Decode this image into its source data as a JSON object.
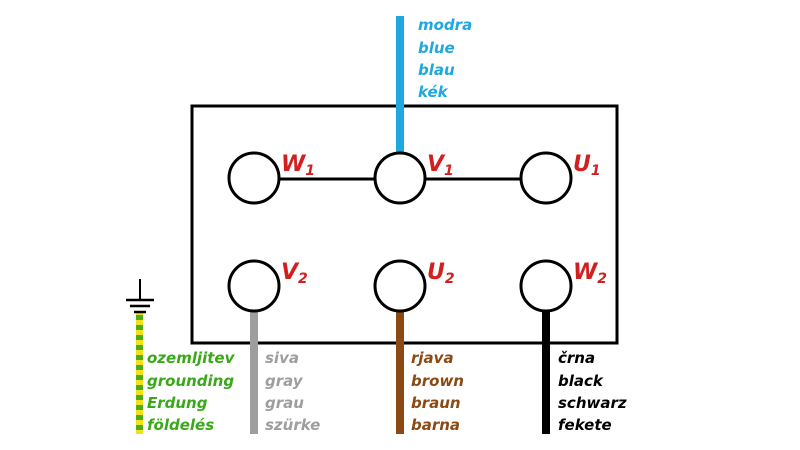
{
  "terminals": {
    "top": [
      {
        "letter": "W",
        "sub": "1"
      },
      {
        "letter": "V",
        "sub": "1"
      },
      {
        "letter": "U",
        "sub": "1"
      }
    ],
    "bottom": [
      {
        "letter": "V",
        "sub": "2"
      },
      {
        "letter": "U",
        "sub": "2"
      },
      {
        "letter": "W",
        "sub": "2"
      }
    ]
  },
  "wires": {
    "top": {
      "color": "#1ea8e0",
      "labels": [
        "modra",
        "blue",
        "blau",
        "kék"
      ]
    },
    "ground": {
      "color_a": "#f2e21a",
      "color_b": "#4caf1a",
      "label_color": "#3aa81a",
      "labels": [
        "ozemljitev",
        "grounding",
        "Erdung",
        "földelés"
      ]
    },
    "gray": {
      "color": "#9e9e9e",
      "labels": [
        "siva",
        "gray",
        "grau",
        "szürke"
      ]
    },
    "brown": {
      "color": "#8b4a14",
      "labels": [
        "rjava",
        "brown",
        "braun",
        "barna"
      ]
    },
    "black": {
      "color": "#000000",
      "labels": [
        "črna",
        "black",
        "schwarz",
        "fekete"
      ]
    }
  },
  "colors": {
    "terminal_label": "#d21f1f",
    "outline": "#000000"
  }
}
